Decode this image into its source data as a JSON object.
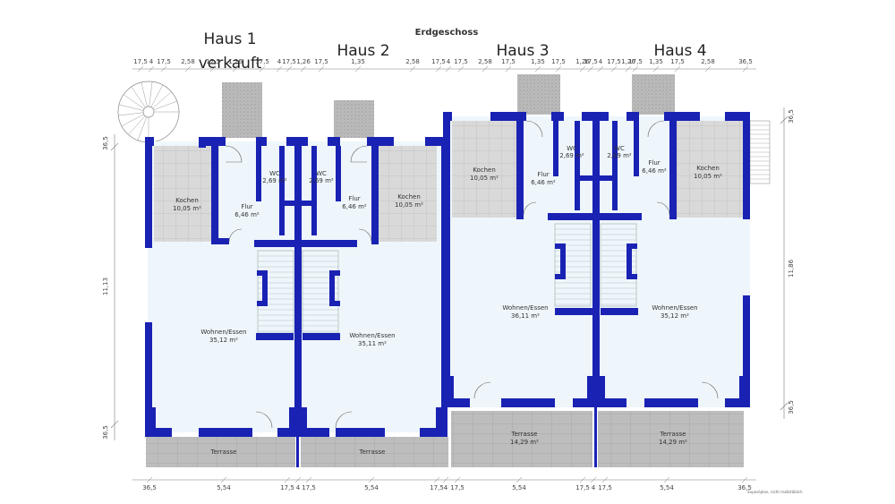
{
  "title": "Erdgeschoss",
  "houses": [
    {
      "name": "Haus 1",
      "status": "verkauft"
    },
    {
      "name": "Haus 2"
    },
    {
      "name": "Haus 3"
    },
    {
      "name": "Haus 4"
    }
  ],
  "rooms": {
    "h1": {
      "kochen": "Kochen",
      "kochen_area": "10,05 m²",
      "flur": "Flur",
      "flur_area": "6,46 m²",
      "wc": "WC",
      "wc_area": "2,69 m²",
      "wohnen": "Wohnen/Essen",
      "wohnen_area": "35,12 m²",
      "terrasse": "Terrasse"
    },
    "h2": {
      "kochen": "Kochen",
      "kochen_area": "10,05 m²",
      "flur": "Flur",
      "flur_area": "6,46 m²",
      "wc": "WC",
      "wc_area": "2,69 m²",
      "wohnen": "Wohnen/Essen",
      "wohnen_area": "35,11 m²",
      "terrasse": "Terrasse"
    },
    "h3": {
      "kochen": "Kochen",
      "kochen_area": "10,05 m²",
      "flur": "Flur",
      "flur_area": "6,46 m²",
      "wc": "WC",
      "wc_area": "2,69 m²",
      "wohnen": "Wohnen/Essen",
      "wohnen_area": "36,11 m²",
      "terrasse": "Terrasse",
      "terrasse_area": "14,29 m²"
    },
    "h4": {
      "kochen": "Kochen",
      "kochen_area": "10,05 m²",
      "flur": "Flur",
      "flur_area": "6,46 m²",
      "wc": "WC",
      "wc_area": "2,69 m²",
      "wohnen": "Wohnen/Essen",
      "wohnen_area": "35,12 m²",
      "terrasse": "Terrasse",
      "terrasse_area": "14,29 m²"
    }
  },
  "dims_top": [
    "17,5",
    "4",
    "17,5",
    "2,58",
    "17,5",
    "1,26",
    "17,5",
    "4",
    "17,5",
    "1,26",
    "17,5",
    "1,35",
    "2,58",
    "17,5",
    "4",
    "17,5",
    "2,58",
    "17,5",
    "1,35",
    "17,5",
    "1,26",
    "17,5",
    "4",
    "17,5",
    "1,26",
    "17,5",
    "1,35",
    "17,5",
    "2,58",
    "36,5"
  ],
  "dims_bottom": [
    "36,5",
    "5,54",
    "17,5",
    "4",
    "17,5",
    "5,54",
    "17,5",
    "4",
    "17,5",
    "5,54",
    "17,5",
    "4",
    "17,5",
    "5,54",
    "36,5"
  ],
  "dims_left": [
    "36,5",
    "11,13",
    "36,5"
  ],
  "dims_right": [
    "36,5",
    "11,86",
    "36,5"
  ],
  "footnote": "Exposéplan, nicht maßstäblich",
  "colors": {
    "wall": "#1a22b4",
    "floor": "#eef6fb",
    "tile": "#d7d7d7",
    "terrace": "#b9b9b9",
    "dim": "#7a7a7a"
  }
}
